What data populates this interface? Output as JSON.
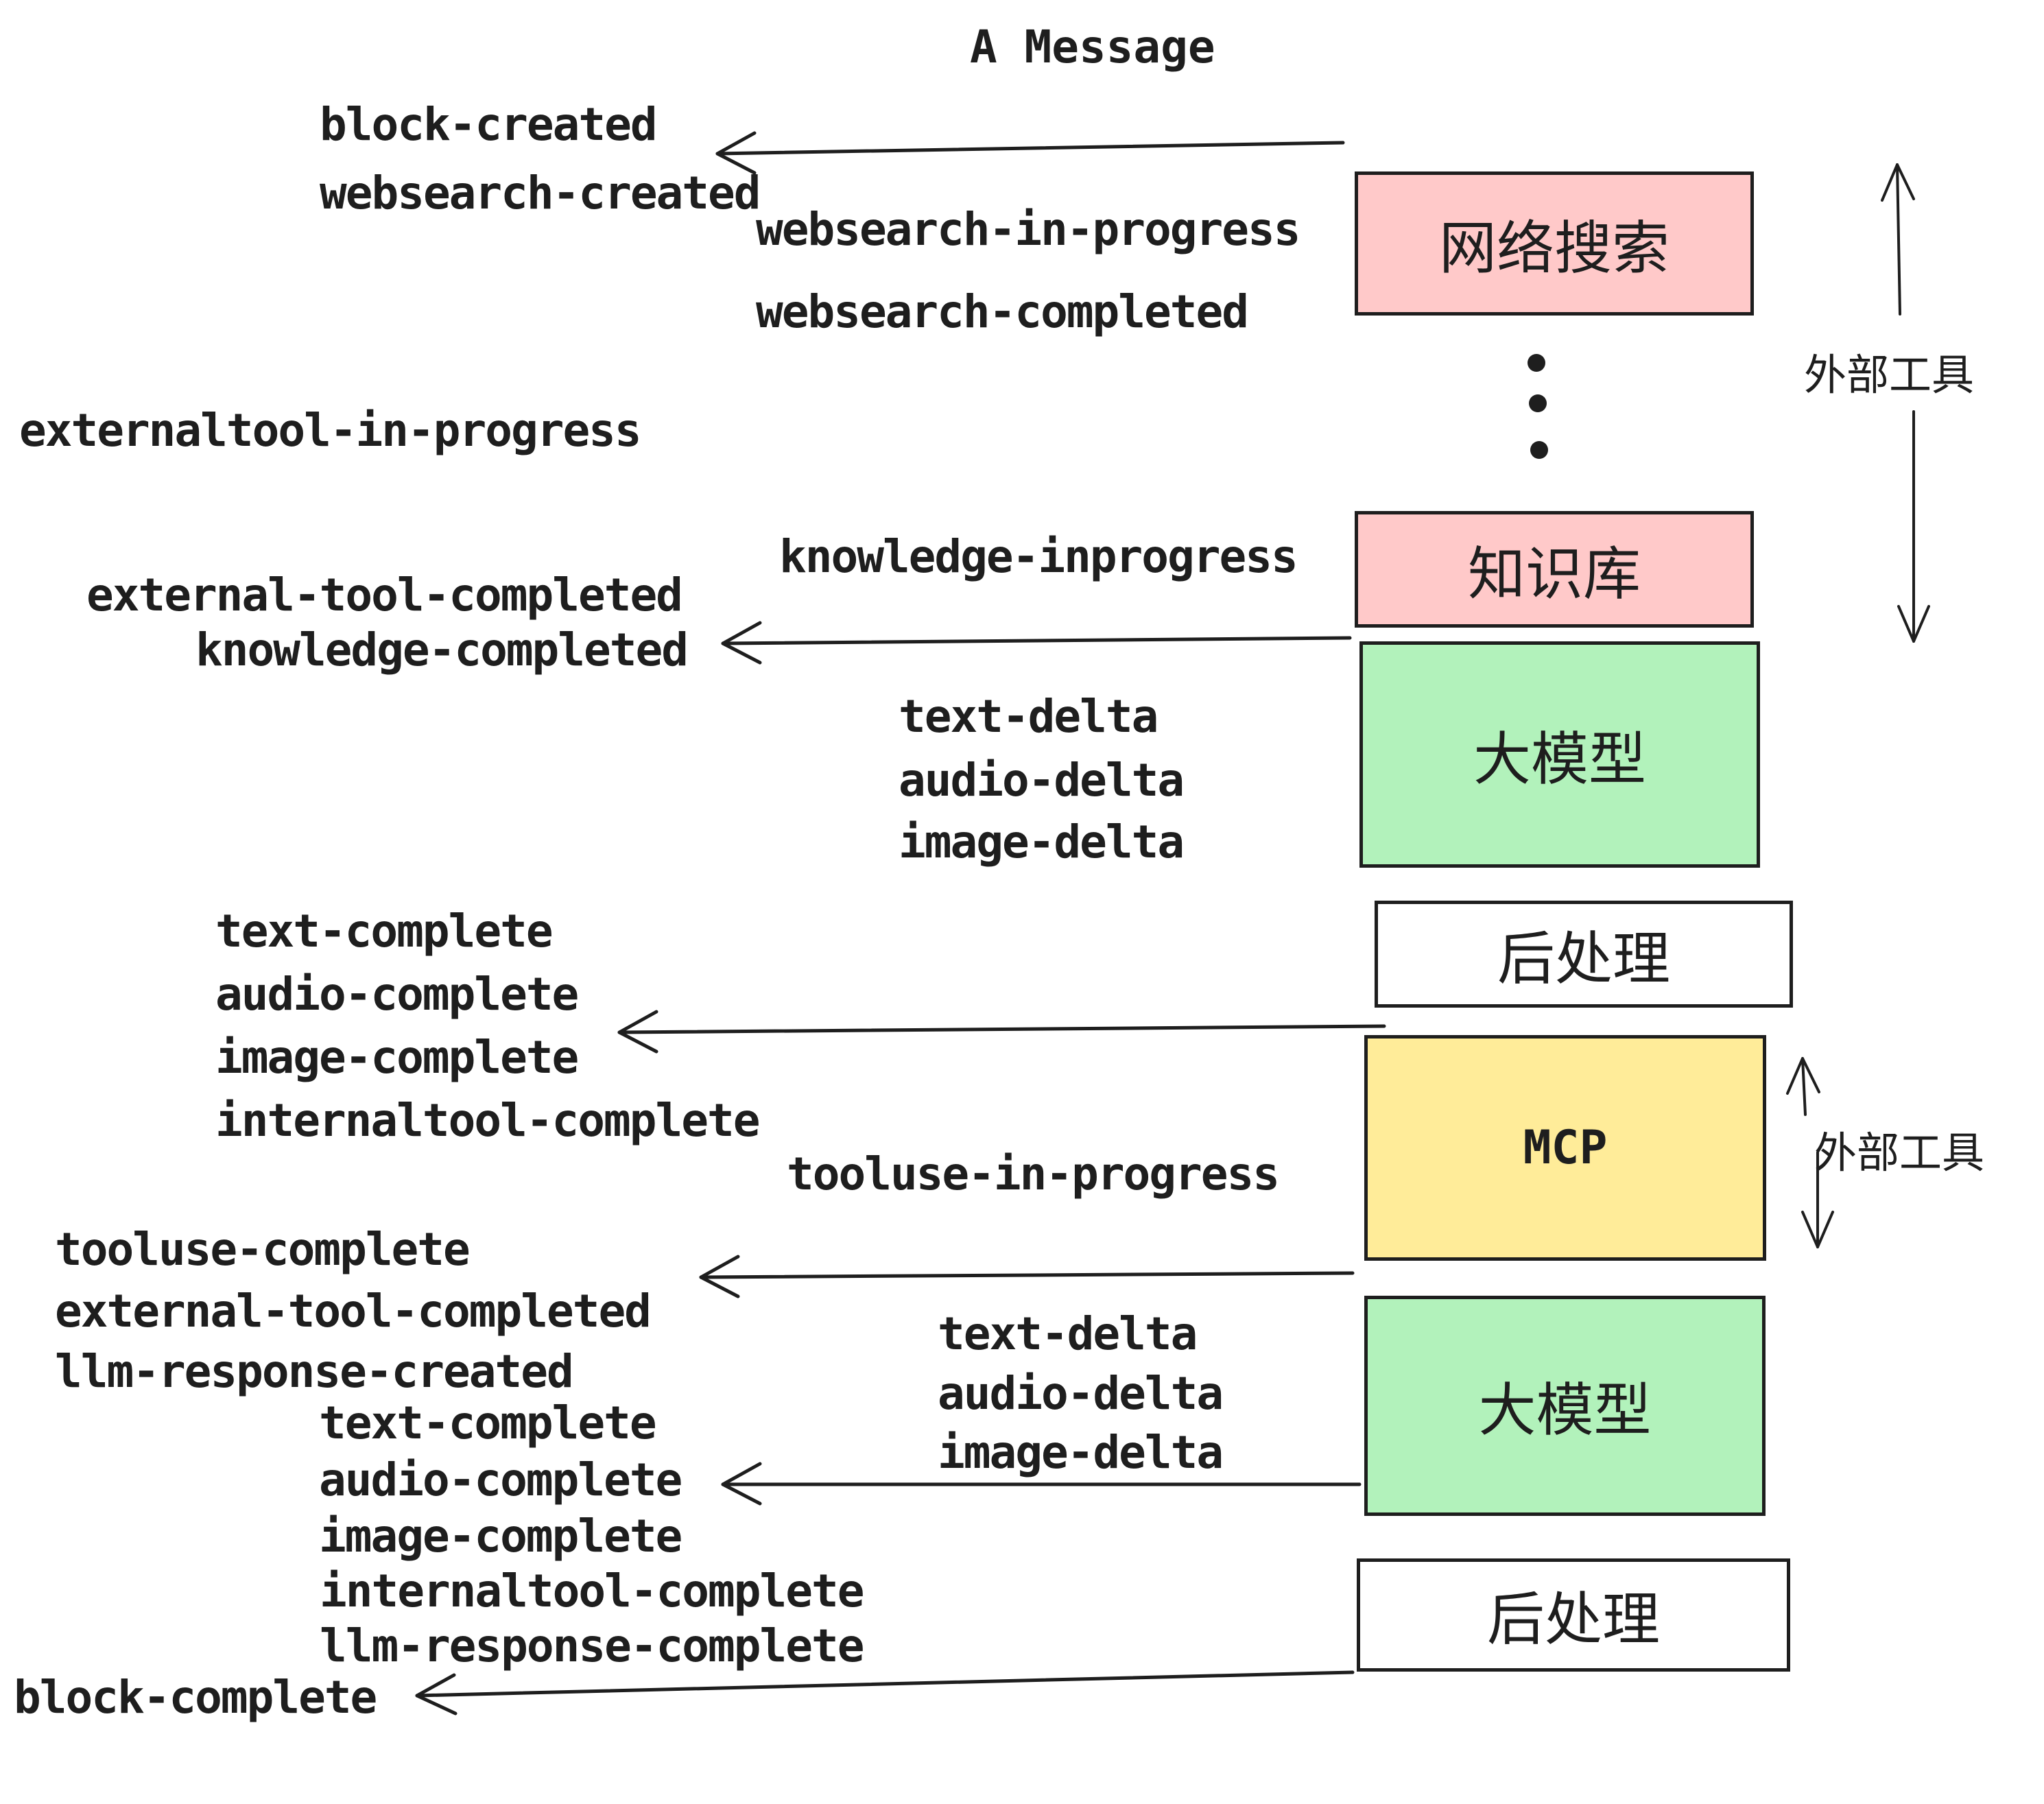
{
  "title": "A Message",
  "colors": {
    "pink": "#ffc9c9",
    "green": "#b2f2bb",
    "yellow": "#ffec99",
    "stroke": "#1e1e1e",
    "background": "#ffffff"
  },
  "boxes": [
    {
      "id": "websearch",
      "label": "网络搜索",
      "color": "pink"
    },
    {
      "id": "knowledge-base",
      "label": "知识库",
      "color": "pink"
    },
    {
      "id": "llm-1",
      "label": "大模型",
      "color": "green"
    },
    {
      "id": "post-process-1",
      "label": "后处理",
      "color": "white"
    },
    {
      "id": "mcp",
      "label": "MCP",
      "color": "yellow"
    },
    {
      "id": "llm-2",
      "label": "大模型",
      "color": "green"
    },
    {
      "id": "post-process-2",
      "label": "后处理",
      "color": "white"
    }
  ],
  "annotations": {
    "external_tools_1": "外部工具",
    "external_tools_2": "外部工具"
  },
  "events": {
    "block_created": "block-created",
    "websearch_created": "websearch-created",
    "websearch_in_progress": "websearch-in-progress",
    "websearch_completed": "websearch-completed",
    "externaltool_in_progress": "externaltool-in-progress",
    "knowledge_inprogress": "knowledge-inprogress",
    "external_tool_completed_1": "external-tool-completed",
    "knowledge_completed": "knowledge-completed",
    "text_delta_1": "text-delta",
    "audio_delta_1": "audio-delta",
    "image_delta_1": "image-delta",
    "text_complete_1": "text-complete",
    "audio_complete_1": "audio-complete",
    "image_complete_1": "image-complete",
    "internaltool_complete_1": "internaltool-complete",
    "tooluse_in_progress": "tooluse-in-progress",
    "tooluse_complete": "tooluse-complete",
    "external_tool_completed_2": "external-tool-completed",
    "llm_response_created": "llm-response-created",
    "text_delta_2": "text-delta",
    "audio_delta_2": "audio-delta",
    "image_delta_2": "image-delta",
    "text_complete_2": "text-complete",
    "audio_complete_2": "audio-complete",
    "image_complete_2": "image-complete",
    "internaltool_complete_2": "internaltool-complete",
    "llm_response_complete": "llm-response-complete",
    "block_complete": "block-complete"
  }
}
